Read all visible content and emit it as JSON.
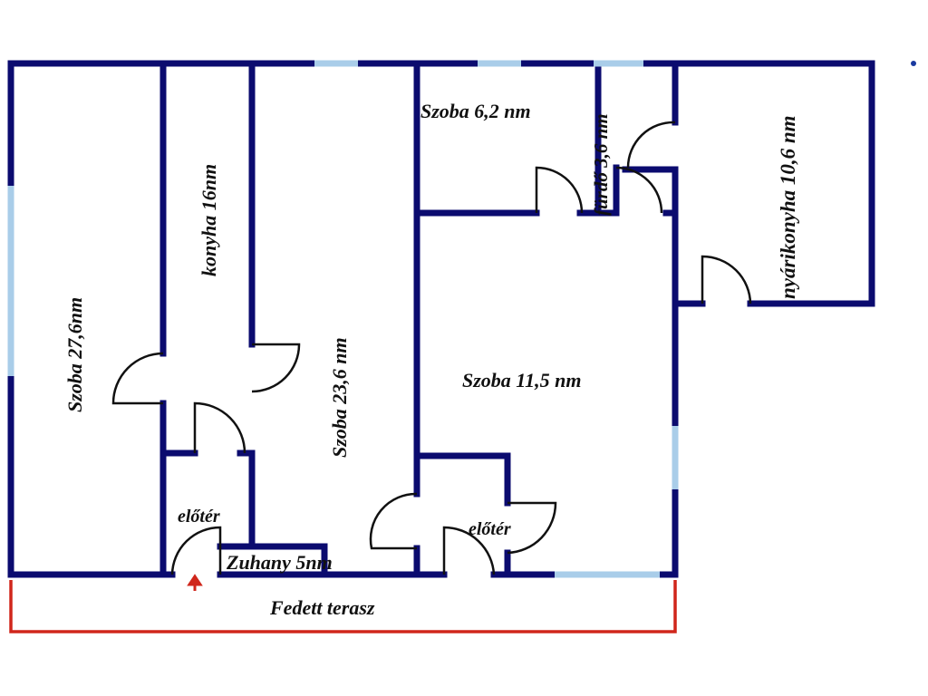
{
  "plan": {
    "rooms": {
      "szoba_27": "Szoba 27,6nm",
      "konyha": "konyha 16nm",
      "szoba_23": "Szoba 23,6 nm",
      "szoba_6": "Szoba 6,2 nm",
      "furdo": "fürdő 3,6 nm",
      "nyarikonyha": "nyárikonyha 10,6 nm",
      "szoba_11": "Szoba 11,5 nm",
      "eloter_1": "előtér",
      "eloter_2": "előtér",
      "zuhany": "Zuhany 5nm",
      "terasz": "Fedett terasz"
    },
    "colors": {
      "wall": "#0b0b6f",
      "window": "#a9cde9",
      "terrace": "#d0261b"
    }
  }
}
